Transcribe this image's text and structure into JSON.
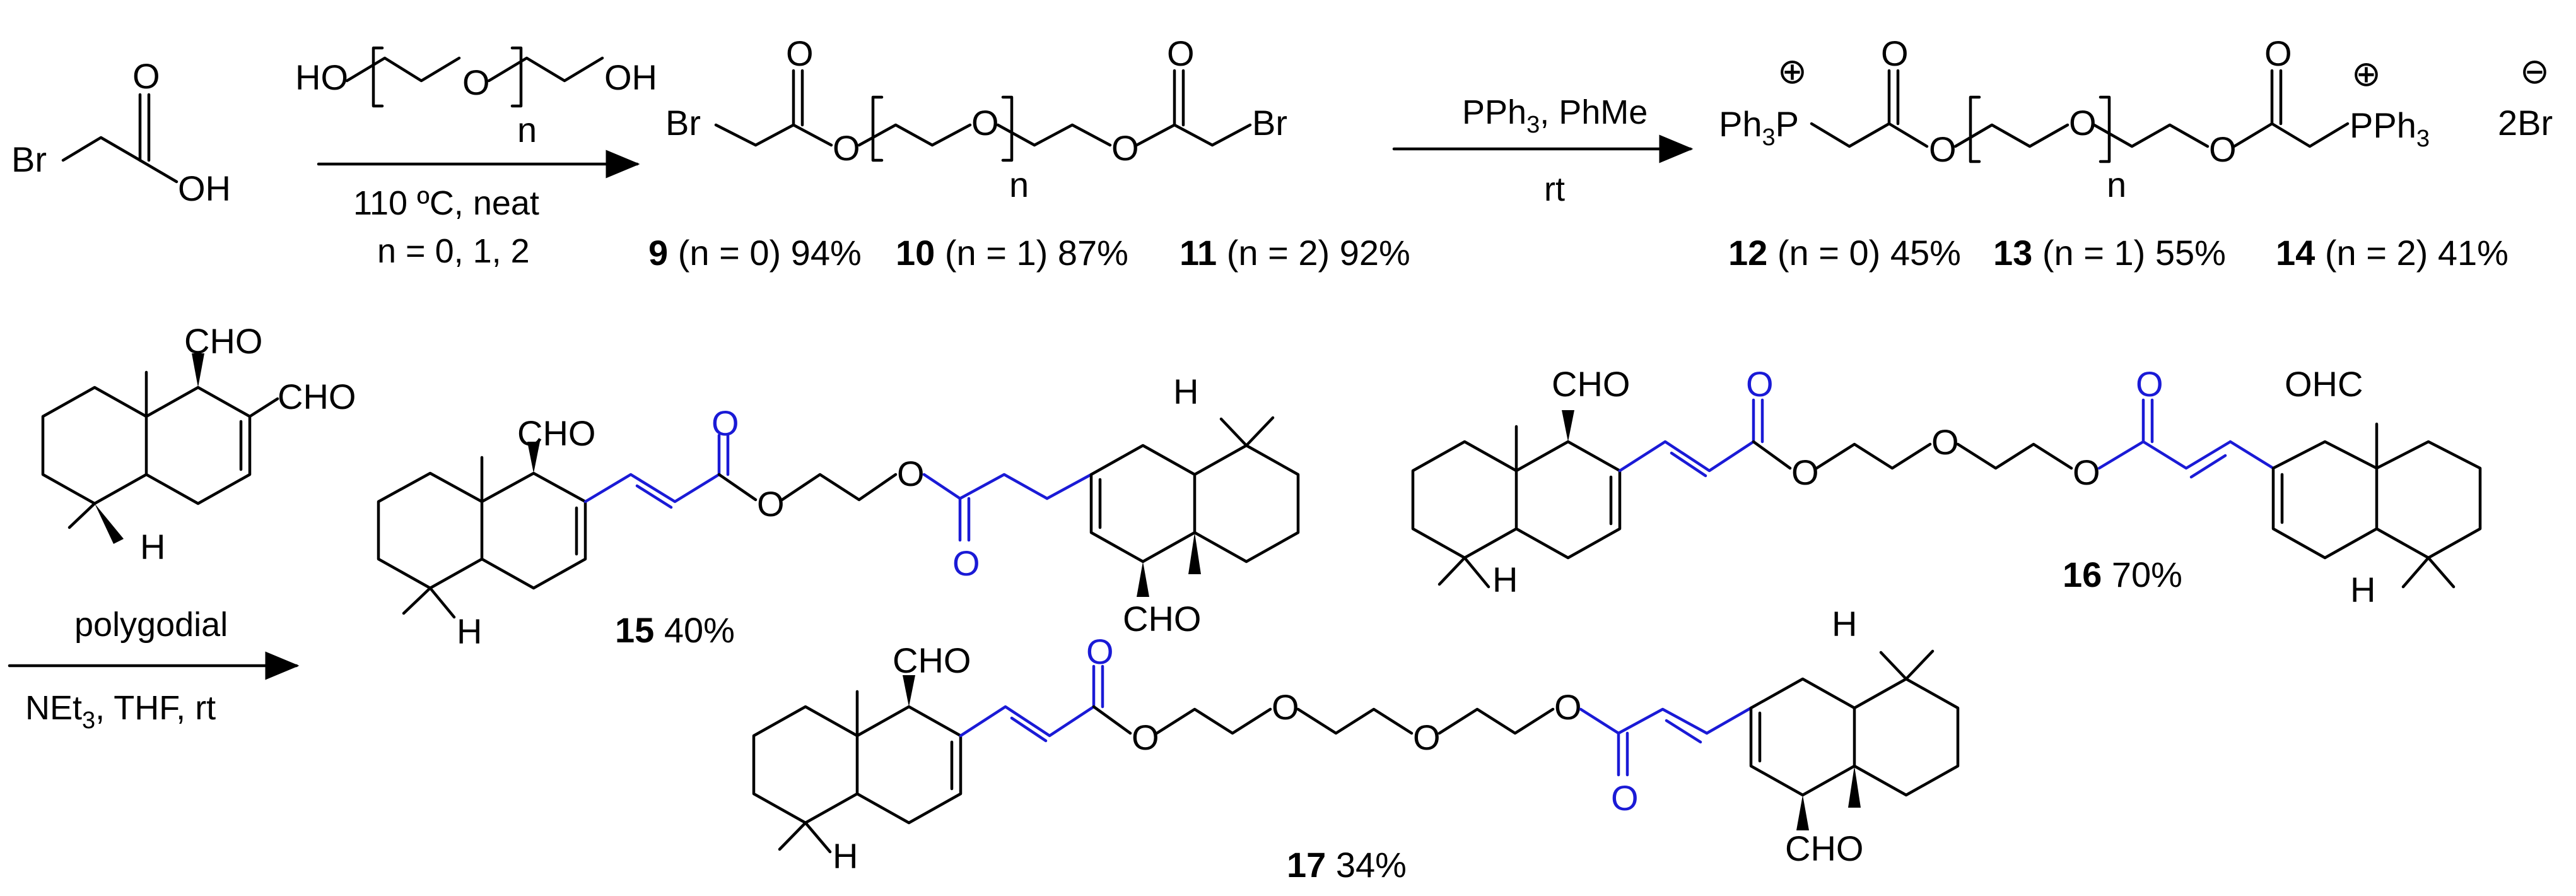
{
  "colors": {
    "ink": "#000000",
    "highlight": "#1a1ad6",
    "background": "#ffffff"
  },
  "atoms": {
    "br": "Br",
    "oh": "OH",
    "ho": "HO",
    "o": "O",
    "p": "P",
    "ph3": "Ph",
    "pph3": "PPh",
    "sub3": "3",
    "plus": "⊕",
    "minus": "⊖",
    "twobr": "2Br",
    "cho": "CHO",
    "ohc": "OHC",
    "h": "H",
    "n": "n"
  },
  "conditions": {
    "step1_temp": "110 ºC, neat",
    "step1_n": "n = 0, 1, 2",
    "step2_reagent": "PPh",
    "step2_reagent_sub": "3",
    "step2_reagent_rest": ", PhMe",
    "step2_temp": "rt",
    "step3_reagent": "polygodial",
    "step3_solvent_a": "NEt",
    "step3_solvent_sub": "3",
    "step3_solvent_b": ", THF, rt"
  },
  "labels": {
    "c9": {
      "num": "9",
      "text": " (n = 0) 94%"
    },
    "c10": {
      "num": "10",
      "text": " (n = 1) 87%"
    },
    "c11": {
      "num": "11",
      "text": " (n = 2) 92%"
    },
    "c12": {
      "num": "12",
      "text": " (n = 0) 45%"
    },
    "c13": {
      "num": "13",
      "text": " (n = 1) 55%"
    },
    "c14": {
      "num": "14",
      "text": " (n = 2) 41%"
    },
    "c15": {
      "num": "15",
      "text": " 40%"
    },
    "c16": {
      "num": "16",
      "text": " 70%"
    },
    "c17": {
      "num": "17",
      "text": " 34%"
    }
  }
}
